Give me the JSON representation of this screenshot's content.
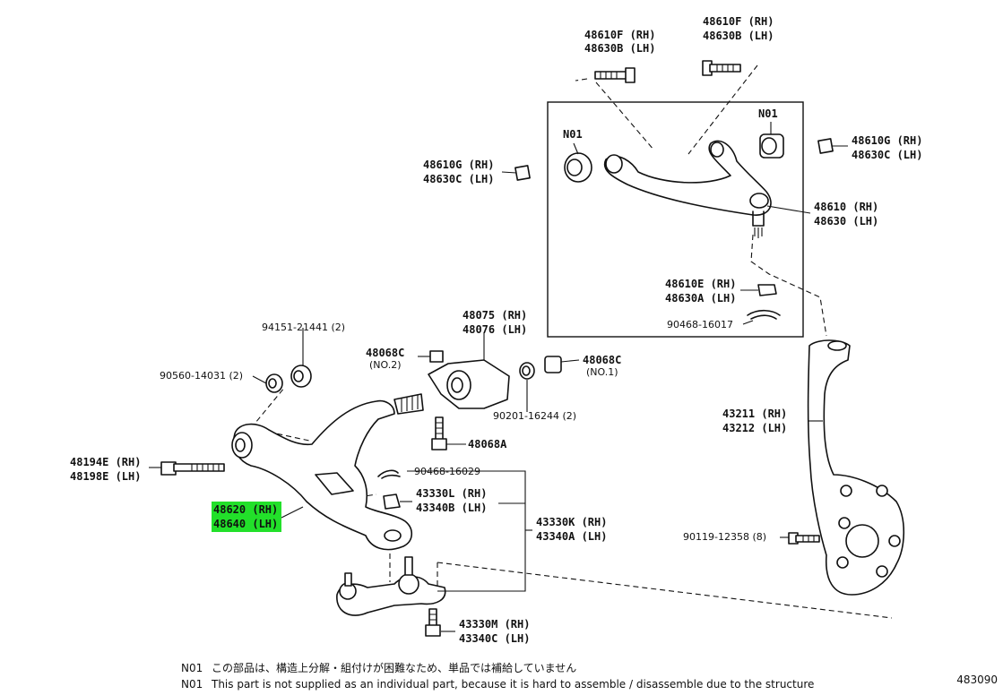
{
  "labels": {
    "upper_bolt": [
      "48610F (RH)",
      "48630B (LH)"
    ],
    "upper_bushing_code": "N01",
    "upper_bushing_code2": "N01",
    "upper_nut_left": [
      "48610G (RH)",
      "48630C (LH)"
    ],
    "upper_nut_right": [
      "48610G (RH)",
      "48630C (LH)"
    ],
    "upper_arm": [
      "48610 (RH)",
      "48630 (LH)"
    ],
    "upper_ball_nut": [
      "48610E (RH)",
      "48630A (LH)"
    ],
    "upper_pin": "90468-16017",
    "washer_94151": "94151-21441 (2)",
    "bushing_90560": "90560-14031 (2)",
    "bracket_48075": [
      "48075 (RH)",
      "48076 (LH)"
    ],
    "nut_48068c_left": [
      "48068C",
      "(NO.2)"
    ],
    "nut_48068c_right": [
      "48068C",
      "(NO.1)"
    ],
    "bolt_90201": "90201-16244 (2)",
    "bolt_48068a": "48068A",
    "lower_bolt": [
      "48194E (RH)",
      "48198E (LH)"
    ],
    "lower_arm": [
      "48620 (RH)",
      "48640 (LH)"
    ],
    "pin_90468_16029": "90468-16029",
    "nut_43330l": [
      "43330L (RH)",
      "43340B (LH)"
    ],
    "ball_joint": [
      "43330K (RH)",
      "43340A (LH)"
    ],
    "bolt_43330m": [
      "43330M (RH)",
      "43340C (LH)"
    ],
    "knuckle": [
      "43211 (RH)",
      "43212 (LH)"
    ],
    "bolt_90119": "90119-12358 (8)"
  },
  "notes": [
    {
      "code": "N01",
      "text": "この部品は、構造上分解・組付けが困難なため、単品では補給していません"
    },
    {
      "code": "N01",
      "text": "This part is not supplied as an individual part, because it is hard to assemble / disassemble due to the structure"
    }
  ],
  "diagram_ref": "483090",
  "colors": {
    "highlight": "#22e02a",
    "ink": "#111111"
  }
}
